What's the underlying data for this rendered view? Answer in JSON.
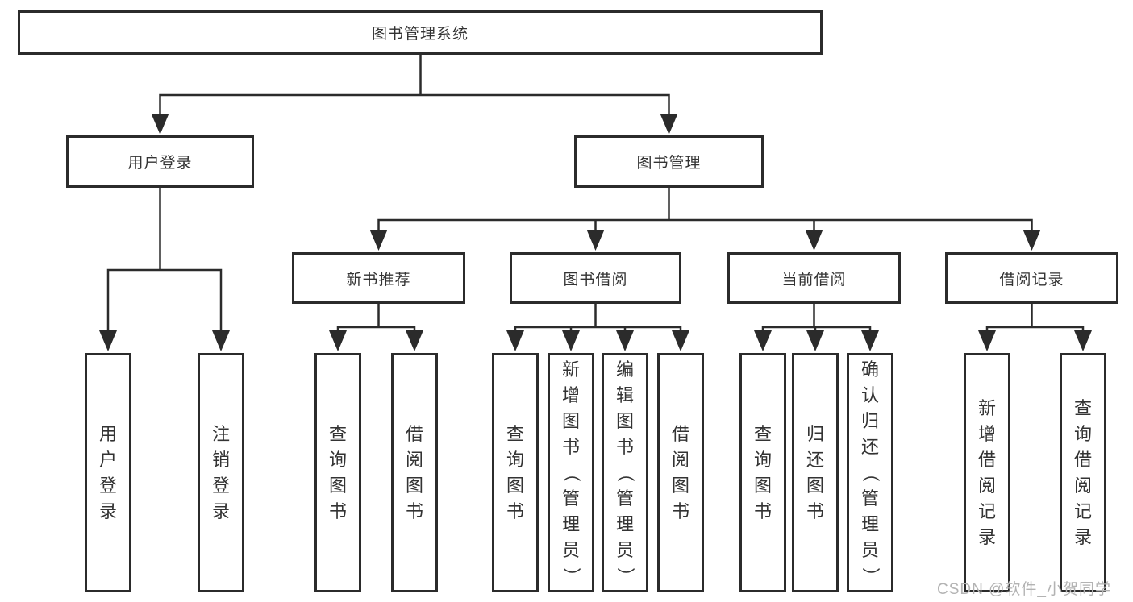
{
  "diagram": {
    "colors": {
      "line": "#2b2b2b",
      "text": "#333333",
      "background": "#ffffff",
      "watermark": "#b3b3b3"
    },
    "root": {
      "label": "图书管理系统"
    },
    "level2": [
      {
        "label": "用户登录"
      },
      {
        "label": "图书管理"
      }
    ],
    "level3": [
      {
        "label": "新书推荐"
      },
      {
        "label": "图书借阅"
      },
      {
        "label": "当前借阅"
      },
      {
        "label": "借阅记录"
      }
    ],
    "leaves": [
      {
        "label": "用户登录",
        "parent": "用户登录"
      },
      {
        "label": "注销登录",
        "parent": "用户登录"
      },
      {
        "label": "查询图书",
        "parent": "新书推荐"
      },
      {
        "label": "借阅图书",
        "parent": "新书推荐"
      },
      {
        "label": "查询图书",
        "parent": "图书借阅"
      },
      {
        "label": "新增图书（管理员）",
        "parent": "图书借阅"
      },
      {
        "label": "编辑图书（管理员）",
        "parent": "图书借阅"
      },
      {
        "label": "借阅图书",
        "parent": "图书借阅"
      },
      {
        "label": "查询图书",
        "parent": "当前借阅"
      },
      {
        "label": "归还图书",
        "parent": "当前借阅"
      },
      {
        "label": "确认归还（管理员）",
        "parent": "当前借阅"
      },
      {
        "label": "新增借阅记录",
        "parent": "借阅记录"
      },
      {
        "label": "查询借阅记录",
        "parent": "借阅记录"
      }
    ],
    "watermark": "CSDN @软件_小贺同学"
  }
}
